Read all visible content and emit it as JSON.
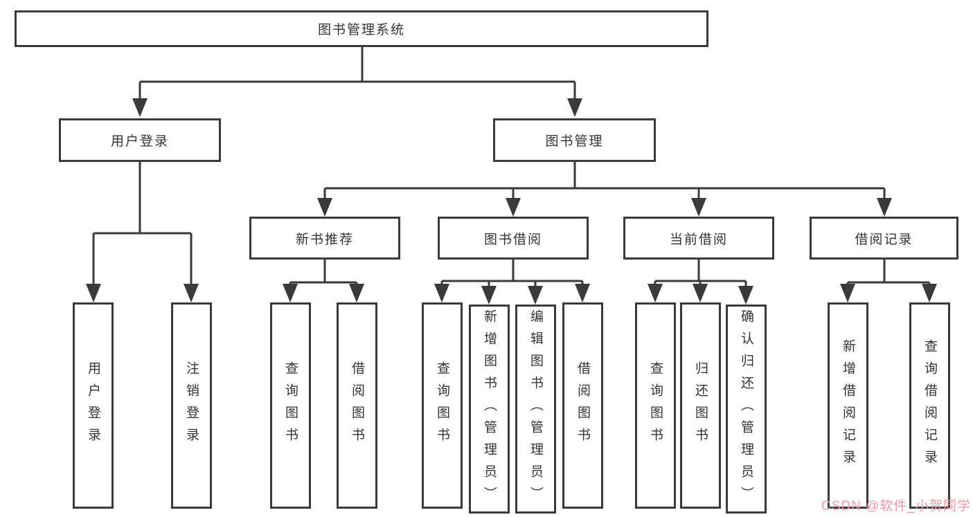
{
  "diagram_title": "图书管理系统",
  "tree": {
    "root": {
      "label": "图书管理系统"
    },
    "level2": [
      {
        "label": "用户登录"
      },
      {
        "label": "图书管理"
      }
    ],
    "level3": [
      {
        "label": "新书推荐"
      },
      {
        "label": "图书借阅"
      },
      {
        "label": "当前借阅"
      },
      {
        "label": "借阅记录"
      }
    ],
    "leaves": {
      "user_login": [
        {
          "label": "用户登录"
        },
        {
          "label": "注销登录"
        }
      ],
      "new_book_recommend": [
        {
          "label": "查询图书"
        },
        {
          "label": "借阅图书"
        }
      ],
      "book_borrow": [
        {
          "label": "查询图书"
        },
        {
          "label": "新增图书（管理员）"
        },
        {
          "label": "编辑图书（管理员）"
        },
        {
          "label": "借阅图书"
        }
      ],
      "current_borrow": [
        {
          "label": "查询图书"
        },
        {
          "label": "归还图书"
        },
        {
          "label": "确认归还（管理员）"
        }
      ],
      "borrow_records": [
        {
          "label": "新增借阅记录"
        },
        {
          "label": "查询借阅记录"
        }
      ]
    }
  },
  "colors": {
    "line": "#3a3a3a",
    "box_border": "#3a3a3a",
    "text": "#333333",
    "watermark": "#f09aa2",
    "background": "#ffffff"
  },
  "watermark": {
    "text": "CSDN @软件_小贺同学",
    "color": "#f09aa2"
  }
}
